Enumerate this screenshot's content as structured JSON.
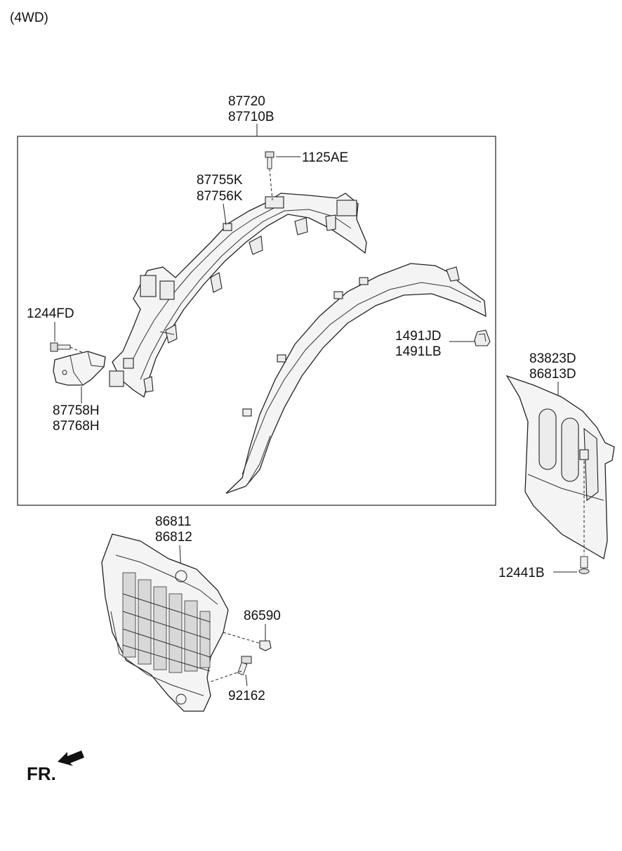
{
  "header": {
    "variant": "(4WD)"
  },
  "labels": {
    "assembly_a": "87720",
    "assembly_b": "87710B",
    "bolt_top": "1125AE",
    "bracket_a": "87755K",
    "bracket_b": "87756K",
    "screw_left": "1244FD",
    "piece_left_a": "87758H",
    "piece_left_b": "87768H",
    "clip_a": "1491JD",
    "clip_b": "1491LB",
    "guard_right_a": "83823D",
    "guard_right_b": "86813D",
    "screw_right": "12441B",
    "cover_a": "86811",
    "cover_b": "86812",
    "fastener_a": "86590",
    "fastener_b": "92162"
  },
  "direction": {
    "label": "FR."
  }
}
